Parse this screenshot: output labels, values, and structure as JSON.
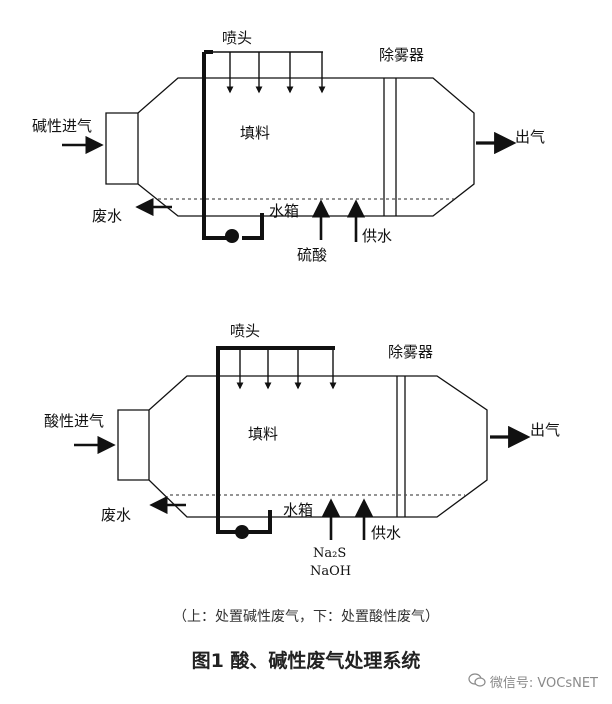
{
  "top": {
    "nozzle": "喷头",
    "demister": "除雾器",
    "inlet": "碱性进气",
    "packing": "填料",
    "outlet": "出气",
    "waste_water": "废水",
    "tank": "水箱",
    "dosing": "硫酸",
    "water_supply": "供水"
  },
  "bottom": {
    "nozzle": "喷头",
    "demister": "除雾器",
    "inlet": "酸性进气",
    "packing": "填料",
    "outlet": "出气",
    "waste_water": "废水",
    "tank": "水箱",
    "dosing_1": "Na₂S",
    "dosing_2": "NaOH",
    "water_supply": "供水"
  },
  "caption_sub": "（上：处置碱性废气，下：处置酸性废气）",
  "caption_main": "图1 酸、碱性废气处理系统",
  "watermark": "微信号: VOCsNET",
  "colors": {
    "line": "#111111",
    "dashed": "#555555",
    "watermark": "#8a8a8a"
  },
  "icons": [
    "arrow-right-icon",
    "arrow-left-icon",
    "arrow-up-icon",
    "arrow-down-icon",
    "pump-icon",
    "wechat-icon"
  ]
}
